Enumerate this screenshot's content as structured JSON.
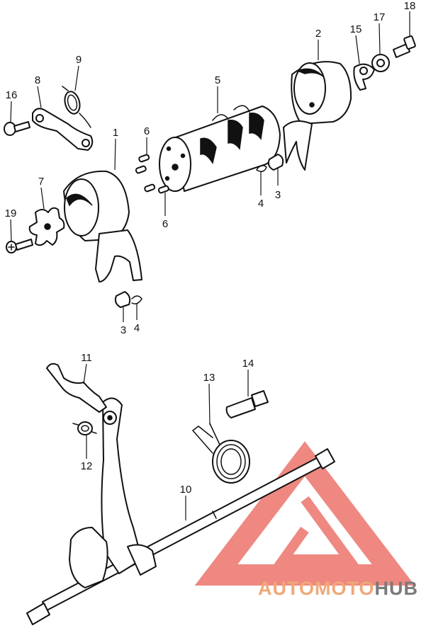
{
  "parts": {
    "p1": "1",
    "p2": "2",
    "p3a": "3",
    "p3b": "3",
    "p4a": "4",
    "p4b": "4",
    "p5": "5",
    "p6a": "6",
    "p6b": "6",
    "p7": "7",
    "p8": "8",
    "p9": "9",
    "p10": "10",
    "p11": "11",
    "p12": "12",
    "p13": "13",
    "p14": "14",
    "p15": "15",
    "p16": "16",
    "p17": "17",
    "p18": "18",
    "p19": "19"
  },
  "watermark": {
    "word_light": "AUTOMOTO",
    "word_dark": "HUB",
    "color_light": "#f0a878",
    "color_dark": "#7a7a7a",
    "logo_color": "#e8574d"
  }
}
